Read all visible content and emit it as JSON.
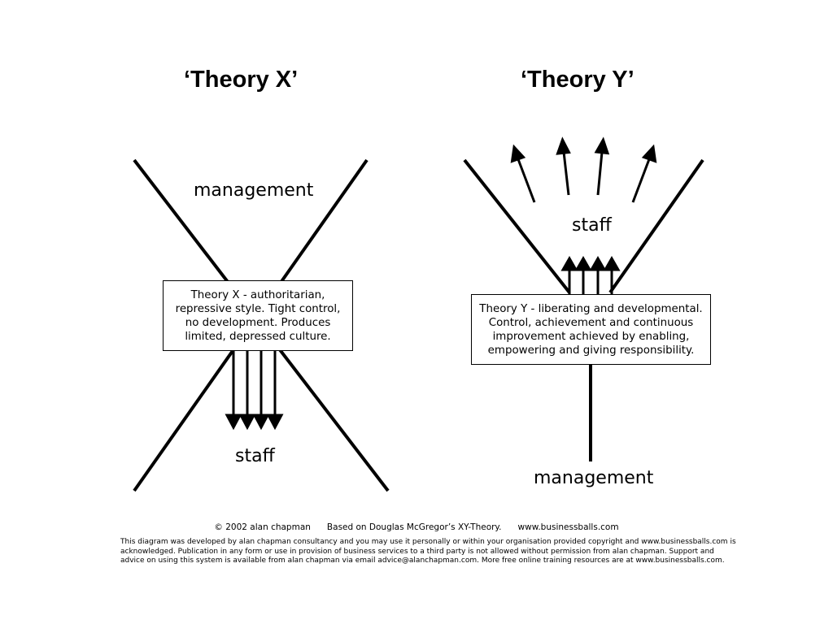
{
  "theory_x": {
    "title": "‘Theory X’",
    "top_label": "management",
    "bottom_label": "staff",
    "box_lines": [
      "Theory X - authoritarian,",
      "repressive style.  Tight control,",
      "no development.  Produces",
      "limited, depressed culture."
    ]
  },
  "theory_y": {
    "title": "‘Theory Y’",
    "top_label": "staff",
    "bottom_label": "management",
    "box_lines": [
      "Theory Y - liberating and  developmental.",
      "Control, achievement and continuous",
      "improvement achieved by enabling,",
      "empowering and giving responsibility."
    ]
  },
  "footer": {
    "credit": "© 2002 alan chapman      Based on Douglas McGregor’s XY-Theory.      www.businessballs.com",
    "fine_print_lines": [
      "This diagram was developed by alan chapman consultancy and you may use it personally or within your organisation provided copyright and www.businessballs.com is",
      "acknowledged.  Publication in any form or use in provision of business services to a third party is not allowed without permission from alan chapman.  Support and",
      "advice on using this system is available from alan chapman via email advice@alanchapman.com. More free online training resources are at www.businessballs.com."
    ]
  },
  "colors": {
    "line": "#000000",
    "background": "#ffffff"
  }
}
